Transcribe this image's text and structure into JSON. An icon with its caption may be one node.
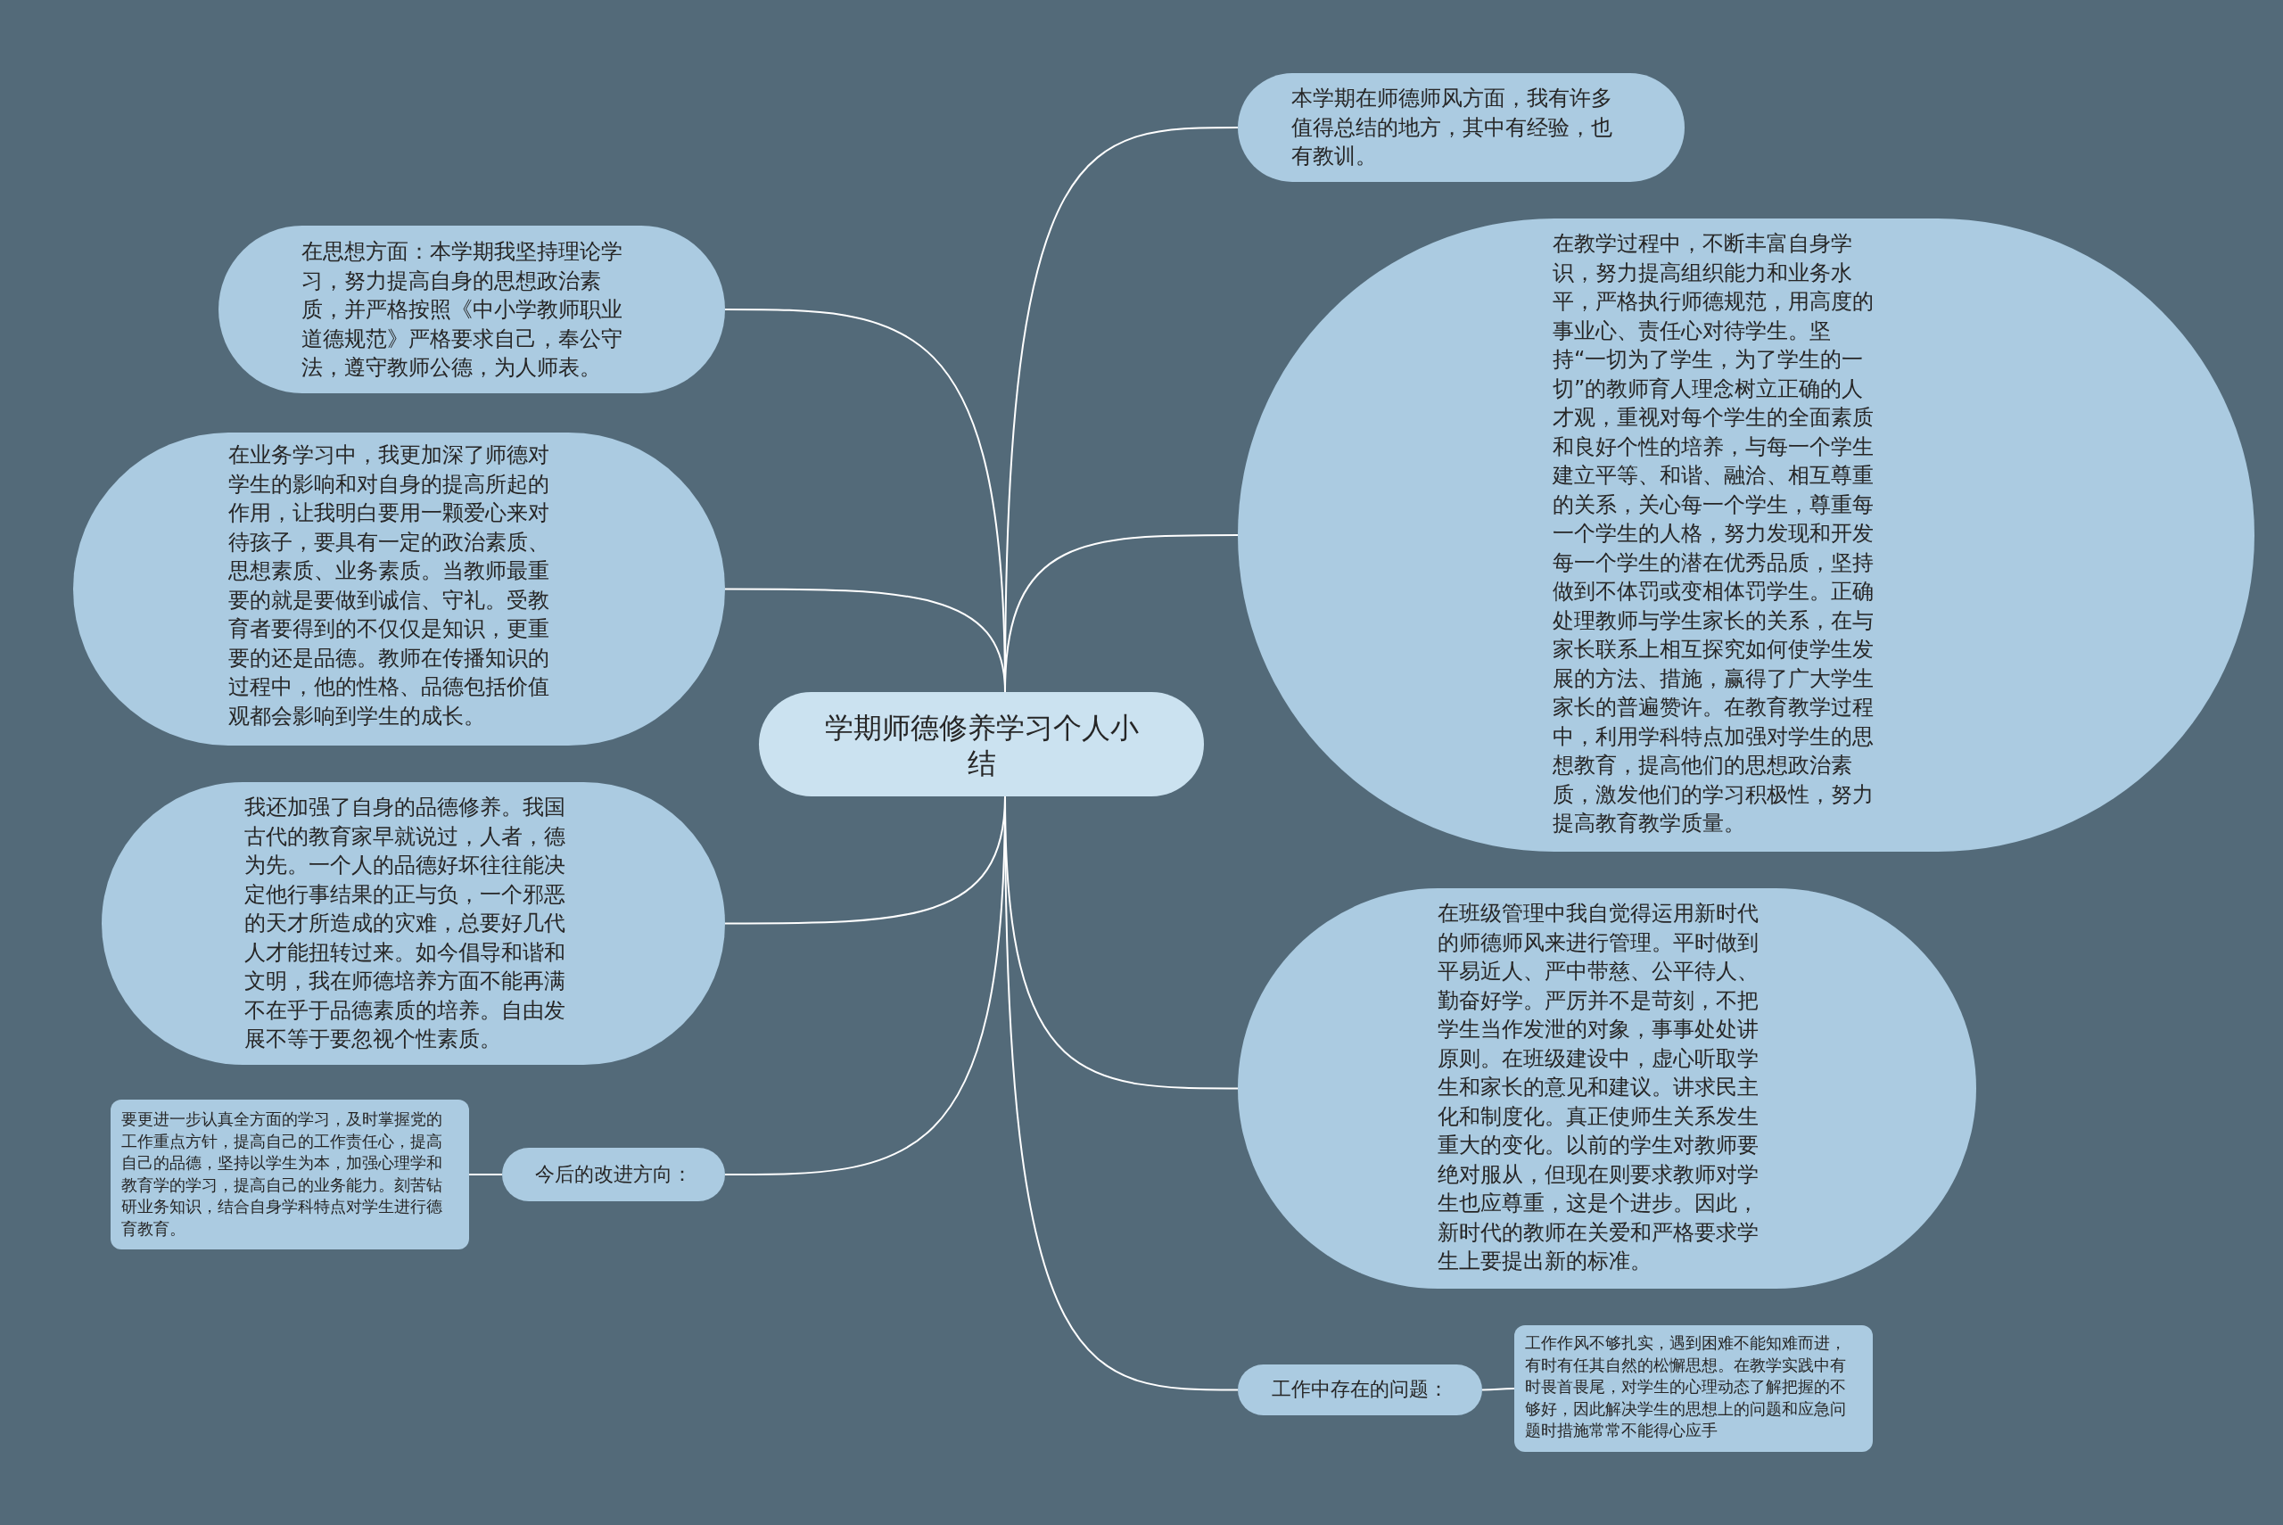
{
  "diagram": {
    "nodes": [
      {
        "text": [
          "学期师德修养学习个人小结"
        ]
      },
      {
        "text": [
          "本学期在师德师风方面，我有许多值得总结的地方，其中有经验，也有教训。"
        ]
      },
      {
        "text": [
          "在思想方面：本学期我坚持理论学习，努力提高自身的思想政治素质，并严格按照《中小学教师职业道德规范》严格要求自己，奉公守法，遵守教师公德，为人师表。"
        ]
      },
      {
        "text": [
          "在业务学习中，我更加深了师德对学生的影响和对自身的提高所起的作用，让我明白要用一颗爱心来对待孩子，要具有一定的政治素质、思想素质、业务素质。当教师最重要的就是要做到诚信、守礼。受教育者要得到的不仅仅是知识，更重要的还是品德。教师在传播知识的过程中，他的性格、品德包括价值观都会影响到学生的成长。"
        ]
      },
      {
        "text": [
          "在教学过程中，不断丰富自身学识，努力提高组织能力和业务水平，严格执行师德规范，用高度的事业心、责任心对待学生。坚持“一切为了学生，为了学生的一切”的教师育人理念树立正确的人才观，重视对每个学生的全面素质和良好个性的培养，与每一个学生建立平等、和谐、融洽、相互尊重的关系，关心每一个学生，尊重每一个学生的人格，努力发现和开发每一个学生的潜在优秀品质，坚持做到不体罚或变相体罚学生。正确处理教师与学生家长的关系，在与家长联系上相互探究如何使学生发展的方法、措施，赢得了广大学生家长的普遍赞许。在教育教学过程中，利用学科特点加强对学生的思想教育，提高他们的思想政治素质，激发他们的学习积极性，努力提高教育教学质量。"
        ]
      },
      {
        "text": [
          "我还加强了自身的品德修养。我国古代的教育家早就说过，人者，德为先。一个人的品德好坏往往能决定他行事结果的正与负，一个邪恶的天才所造成的灾难，总要好几代人才能扭转过来。如今倡导和谐和文明，我在师德培养方面不能再满不在乎于品德素质的培养。自由发展不等于要忽视个性素质。"
        ]
      },
      {
        "text": [
          "在班级管理中我自觉得运用新时代的师德师风来进行管理。平时做到平易近人、严中带慈、公平待人、勤奋好学。严厉并不是苛刻，不把学生当作发泄的对象，事事处处讲原则。在班级建设中，虚心听取学生和家长的意见和建议。讲求民主化和制度化。真正使师生关系发生重大的变化。以前的学生对教师要绝对服从，但现在则要求教师对学生也应尊重，这是个进步。因此，新时代的教师在关爱和严格要求学生上要提出新的标准。"
        ]
      },
      {
        "text": [
          "今后的改进方向："
        ]
      },
      {
        "text": [
          "要更进一步认真全方面的学习，及时掌握党的工作重点方针，提高自己的工作责任心，提高自己的品德，坚持以学生为本，加强心理学和教育学的学习，提高自己的业务能力。刻苦钻研业务知识，结合自身学科特点对学生进行德育教育。"
        ]
      },
      {
        "text": [
          "工作中存在的问题："
        ]
      },
      {
        "text": [
          "工作作风不够扎实，遇到困难不能知难而进，有时有任其自然的松懈思想。在教学实践中有时畏首畏尾，对学生的心理动态了解把握的不够好，因此解决学生的思想上的问题和应急问题时措施常常不能得心应手"
        ]
      }
    ],
    "edges": [
      {
        "from": 0,
        "to": 1,
        "arrow": "none"
      },
      {
        "from": 0,
        "to": 2,
        "arrow": "none"
      },
      {
        "from": 0,
        "to": 3,
        "arrow": "none"
      },
      {
        "from": 0,
        "to": 4,
        "arrow": "none"
      },
      {
        "from": 0,
        "to": 5,
        "arrow": "none"
      },
      {
        "from": 0,
        "to": 6,
        "arrow": "none"
      },
      {
        "from": 0,
        "to": 7,
        "arrow": "none"
      },
      {
        "from": 7,
        "to": 8,
        "arrow": "none"
      },
      {
        "from": 0,
        "to": 9,
        "arrow": "none"
      },
      {
        "from": 9,
        "to": 10,
        "arrow": "none"
      }
    ]
  }
}
